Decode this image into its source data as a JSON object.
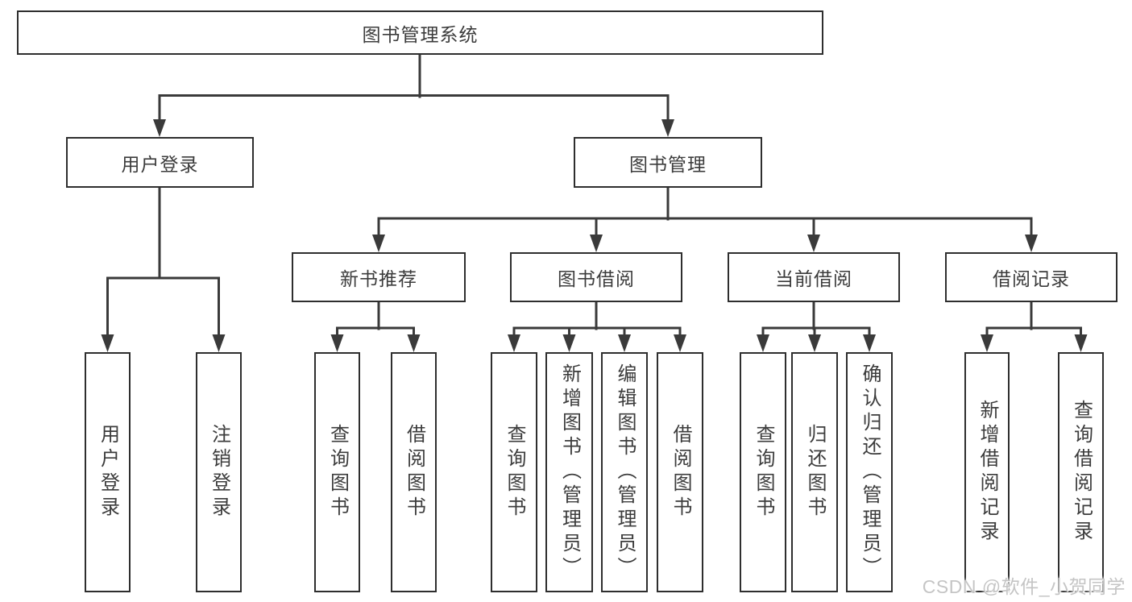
{
  "diagram": {
    "root": {
      "label": "图书管理系统"
    },
    "branches": [
      {
        "label": "用户登录",
        "children": [
          {
            "label": "用户登录"
          },
          {
            "label": "注销登录"
          }
        ]
      },
      {
        "label": "图书管理",
        "sections": [
          {
            "label": "新书推荐",
            "children": [
              {
                "label": "查询图书"
              },
              {
                "label": "借阅图书"
              }
            ]
          },
          {
            "label": "图书借阅",
            "children": [
              {
                "label": "查询图书"
              },
              {
                "label": "新增图书（管理员）"
              },
              {
                "label": "编辑图书（管理员）"
              },
              {
                "label": "借阅图书"
              }
            ]
          },
          {
            "label": "当前借阅",
            "children": [
              {
                "label": "查询图书"
              },
              {
                "label": "归还图书"
              },
              {
                "label": "确认归还（管理员）"
              }
            ]
          },
          {
            "label": "借阅记录",
            "children": [
              {
                "label": "新增借阅记录"
              },
              {
                "label": "查询借阅记录"
              }
            ]
          }
        ]
      }
    ],
    "watermark": "CSDN @软件_小贺同学",
    "colors": {
      "line": "#3a3a3a",
      "box_border": "#2e2e2e",
      "box_fill": "#ffffff",
      "text": "#3c3c3c",
      "watermark": "#c5c5c5",
      "background": "#ffffff"
    }
  }
}
